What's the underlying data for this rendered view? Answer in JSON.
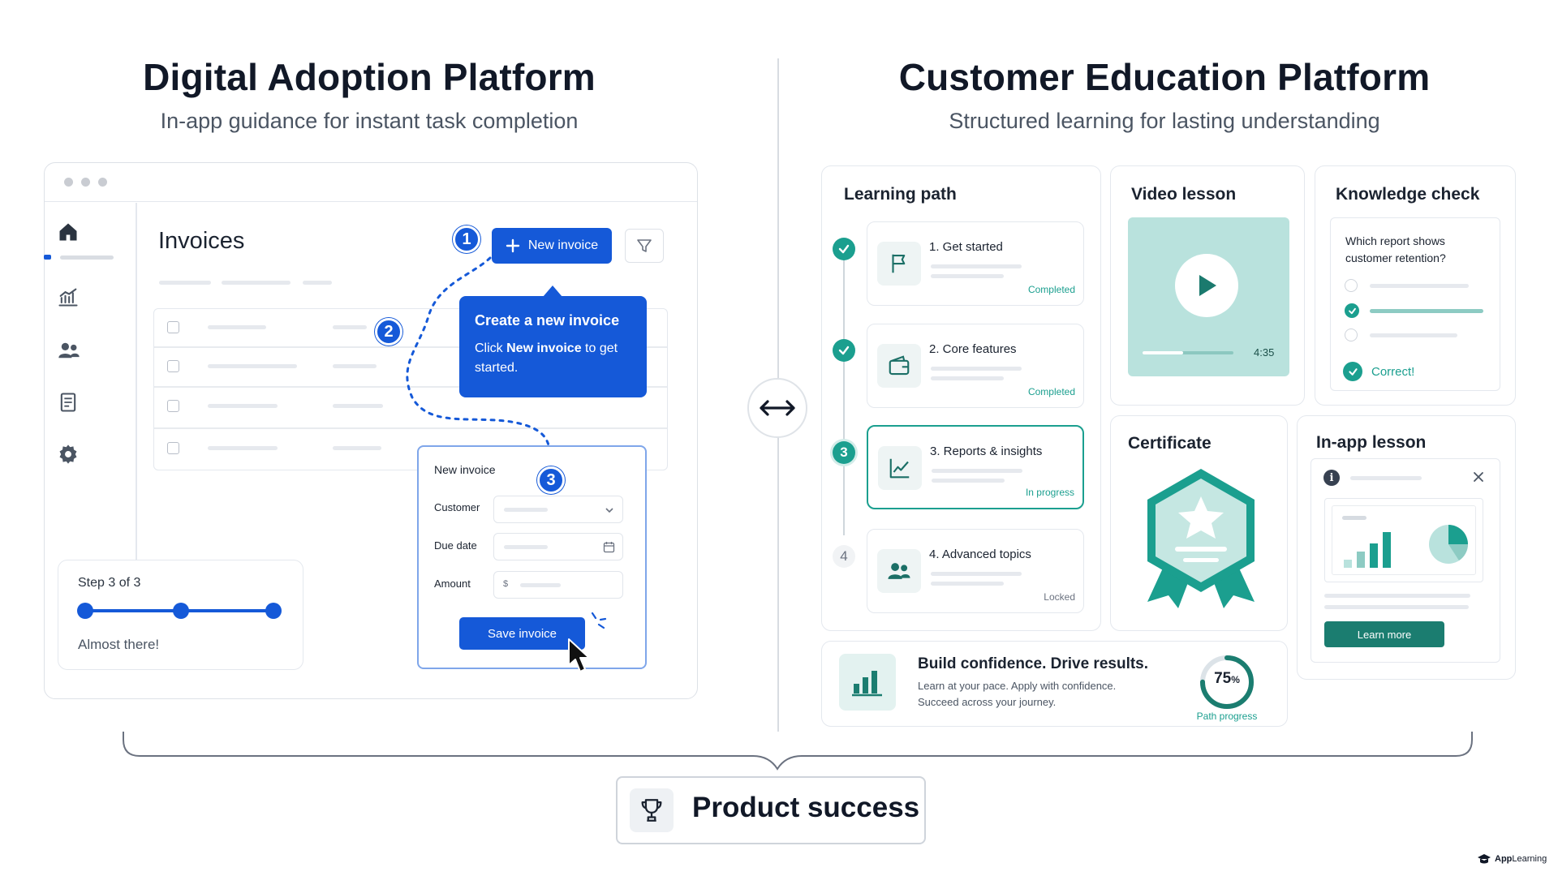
{
  "left": {
    "title": "Digital Adoption Platform",
    "subtitle": "In-app guidance for instant task completion",
    "invoices_title": "Invoices",
    "new_invoice_btn": "New invoice",
    "tooltip": {
      "title": "Create a new invoice",
      "text_pre": "Click ",
      "text_bold": "New invoice",
      "text_post": " to get started."
    },
    "steps": [
      "1",
      "2",
      "3"
    ],
    "form": {
      "title": "New invoice",
      "customer_label": "Customer",
      "due_label": "Due date",
      "amount_label": "Amount",
      "currency": "$",
      "save_btn": "Save invoice"
    },
    "progress": {
      "label": "Step 3 of 3",
      "note": "Almost there!",
      "value": 1.0
    }
  },
  "right": {
    "title": "Customer Education Platform",
    "subtitle": "Structured learning for lasting understanding",
    "learning_path": {
      "title": "Learning path",
      "items": [
        {
          "label": "1. Get started",
          "status": "Completed",
          "step": ""
        },
        {
          "label": "2. Core features",
          "status": "Completed",
          "step": ""
        },
        {
          "label": "3. Reports & insights",
          "status": "In progress",
          "step": "3"
        },
        {
          "label": "4. Advanced topics",
          "status": "Locked",
          "step": "4"
        }
      ]
    },
    "video": {
      "title": "Video lesson",
      "duration": "4:35",
      "progress": 0.45
    },
    "knowledge": {
      "title": "Knowledge check",
      "question": "Which report shows customer retention?",
      "feedback": "Correct!"
    },
    "certificate": {
      "title": "Certificate"
    },
    "inapp": {
      "title": "In-app lesson",
      "button": "Learn more"
    },
    "banner": {
      "title": "Build confidence. Drive results.",
      "line1": "Learn at your pace. Apply with confidence.",
      "line2": "Succeed across your journey.",
      "percent": "75",
      "percent_sign": "%",
      "percent_value": 0.75,
      "progress_label": "Path progress"
    }
  },
  "bottom": {
    "label": "Product success"
  },
  "brand": {
    "name_bold": "App",
    "name_rest": "Learning"
  },
  "colors": {
    "blue": "#1559d8",
    "teal": "#1b9f8f",
    "teal_light": "#b9e2dd"
  }
}
